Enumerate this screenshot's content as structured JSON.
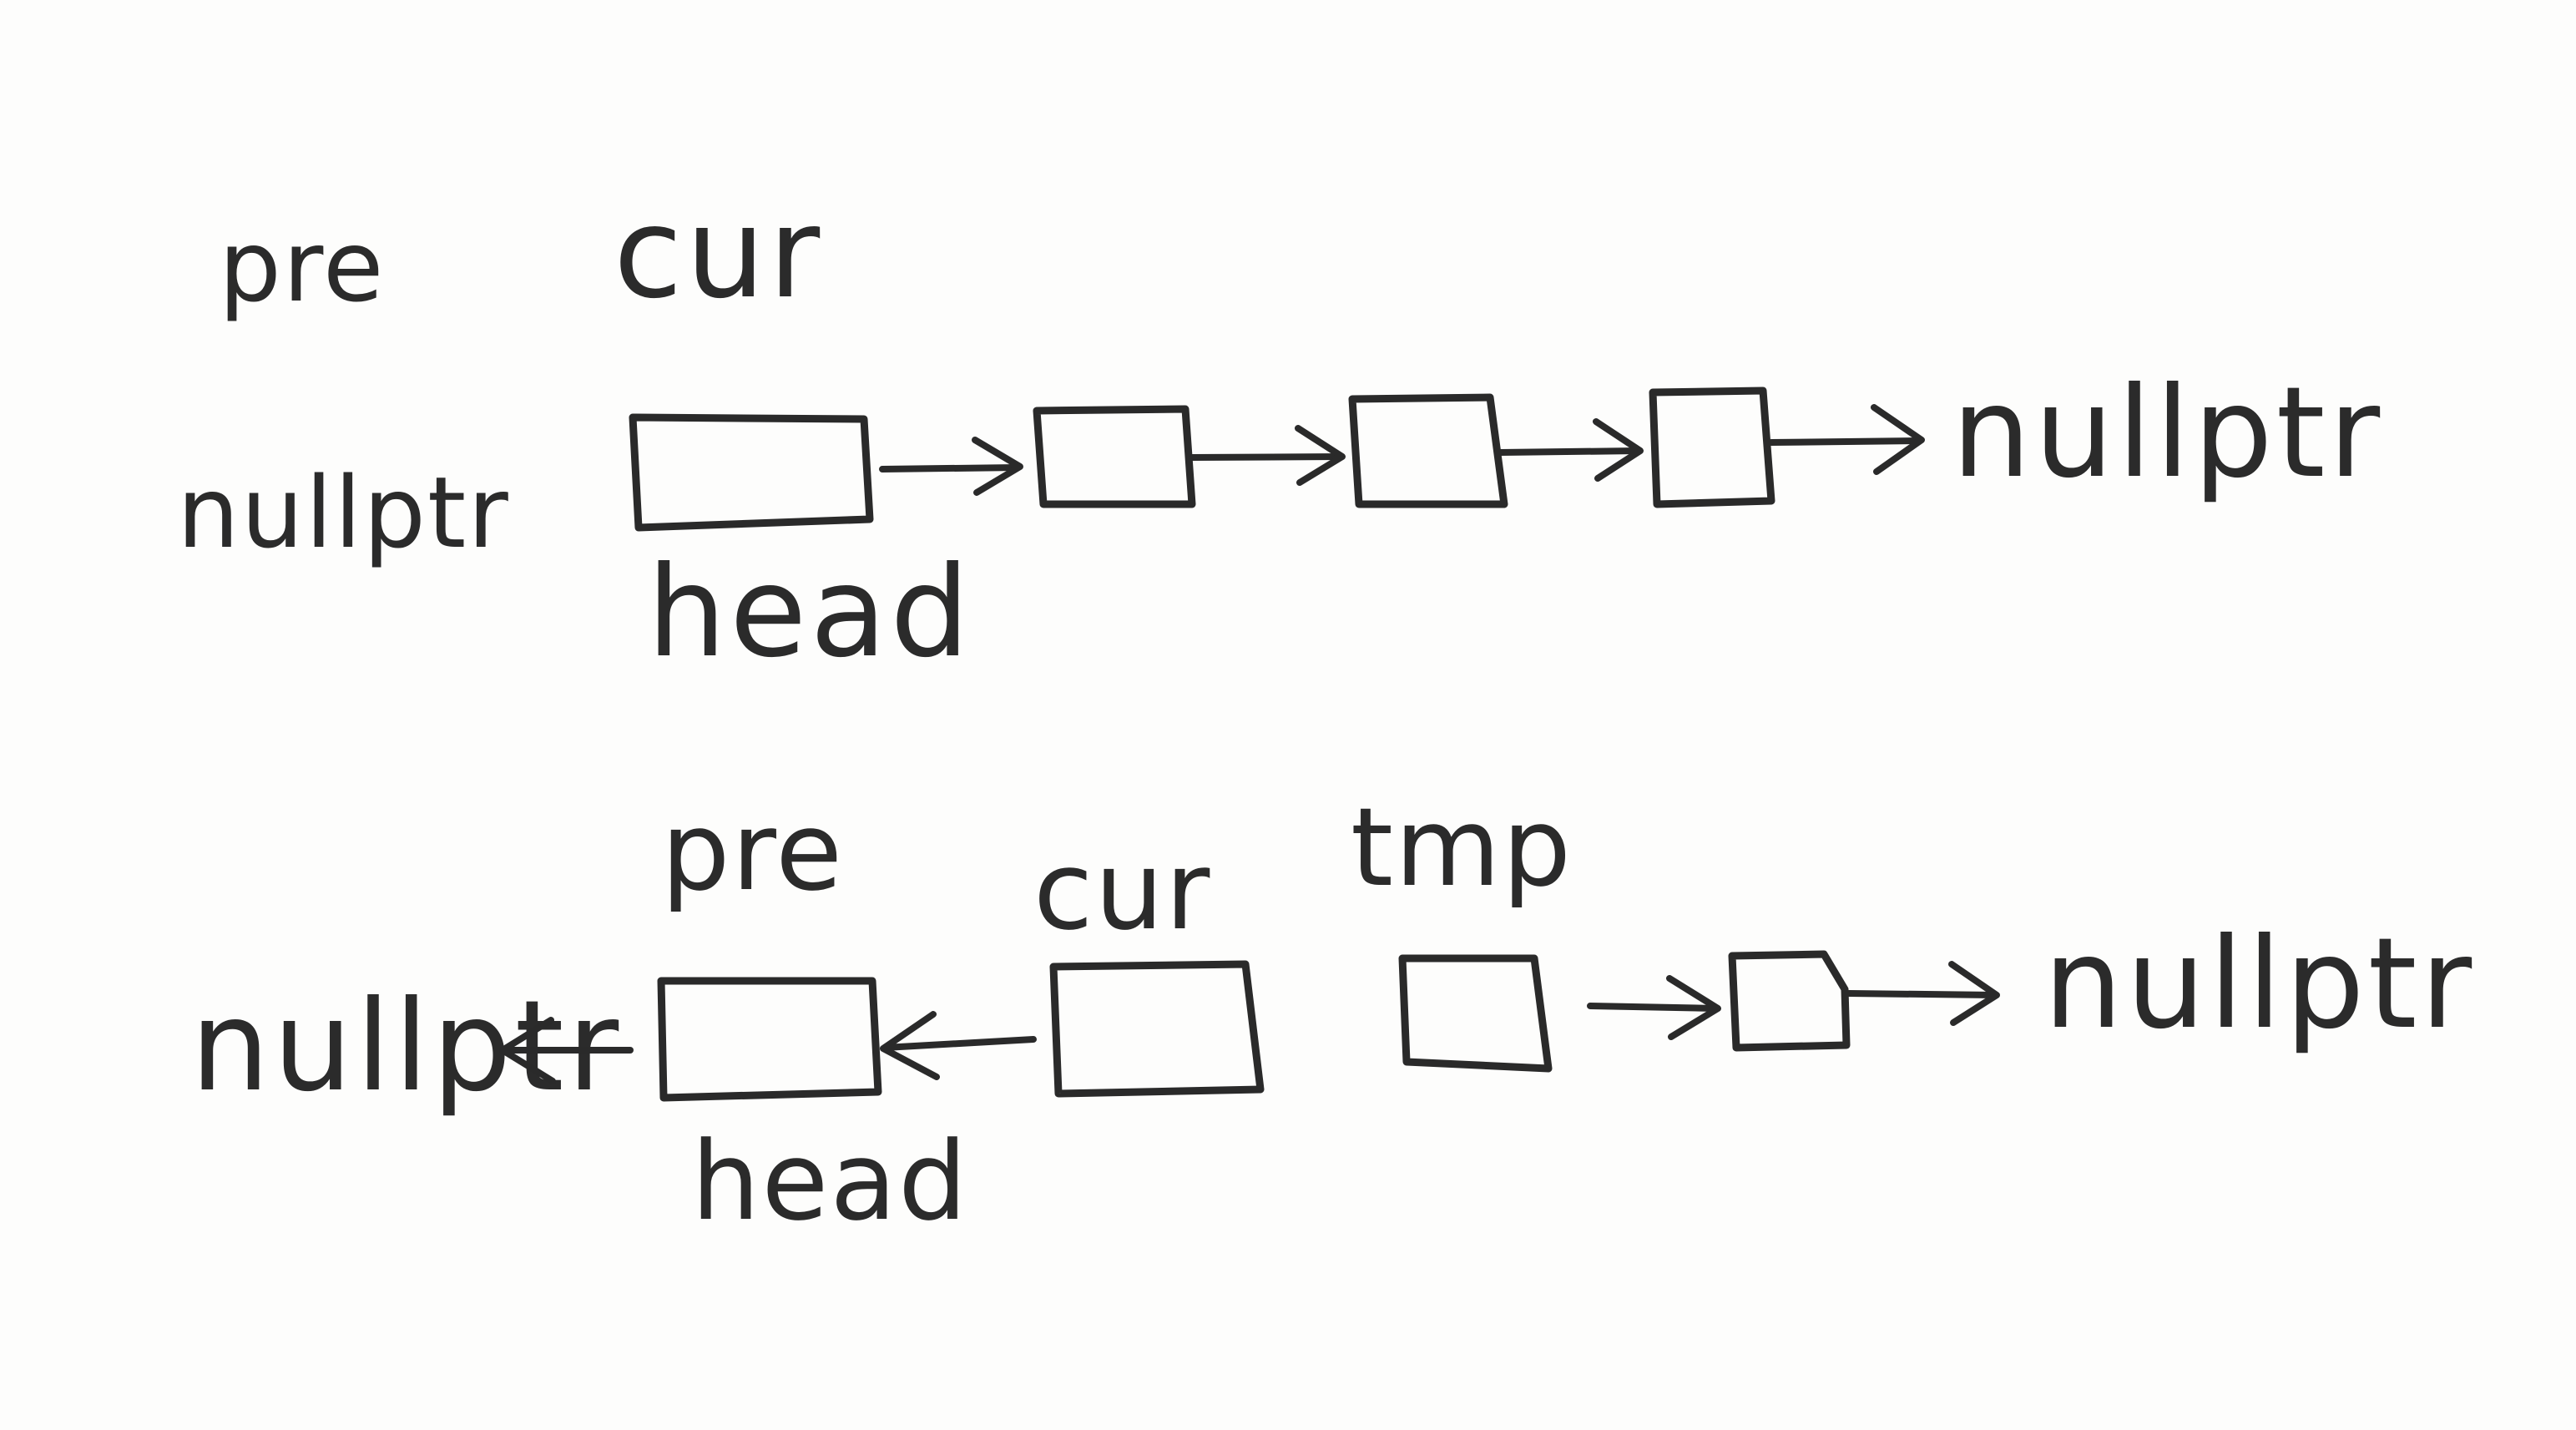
{
  "diagram": {
    "row1": {
      "pre_label": "pre",
      "cur_label": "cur",
      "left_null": "nullptr",
      "head_label": "head",
      "right_null": "nullptr"
    },
    "row2": {
      "pre_label": "pre",
      "cur_label": "cur",
      "tmp_label": "tmp",
      "left_null": "nullptr",
      "head_label": "head",
      "right_null": "nullptr"
    }
  }
}
